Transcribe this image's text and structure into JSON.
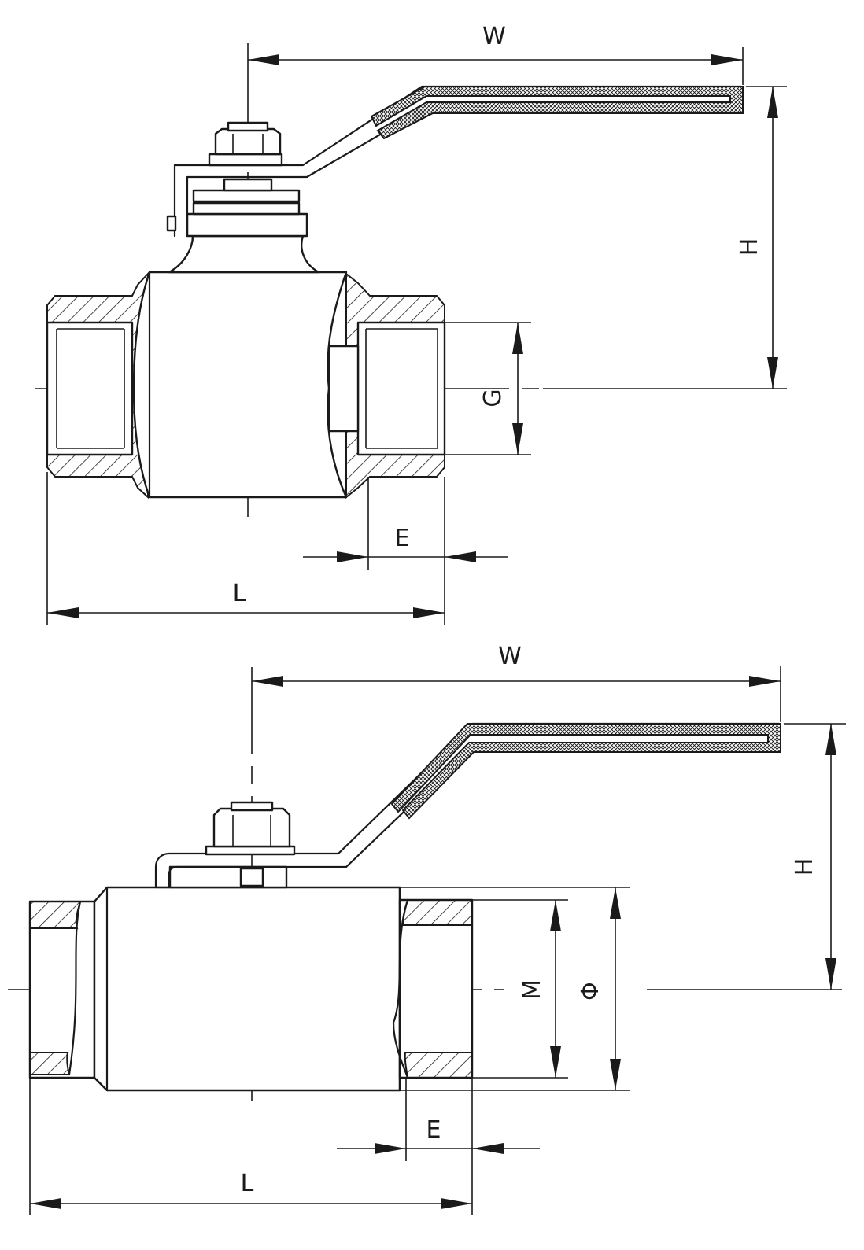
{
  "top_view": {
    "labels": {
      "width": "W",
      "height": "H",
      "thread": "G",
      "engagement": "E",
      "length": "L"
    }
  },
  "bottom_view": {
    "labels": {
      "width": "W",
      "height": "H",
      "thread": "M",
      "diameter": "Φ",
      "engagement": "E",
      "length": "L"
    }
  }
}
